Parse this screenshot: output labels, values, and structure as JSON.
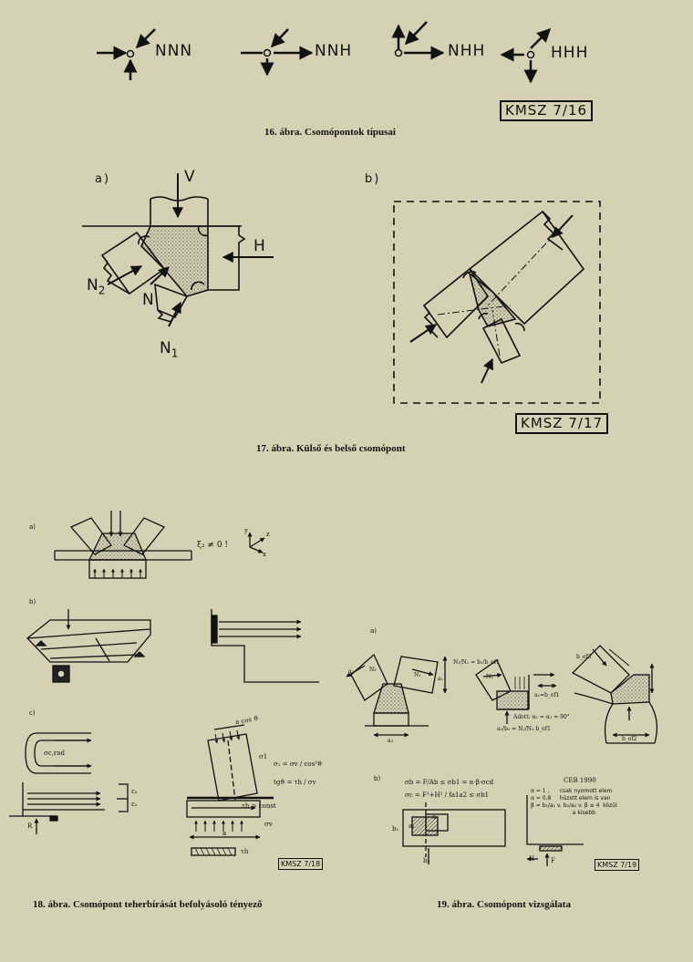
{
  "fig16": {
    "caption": "16. ábra. Csomópontok típusai",
    "types": [
      "NNN",
      "NNH",
      "NHH",
      "HHH"
    ],
    "tag": "KMSZ 7/16"
  },
  "fig17": {
    "caption": "17. ábra. Külső és belső csomópont",
    "tag": "KMSZ 7/17",
    "part_a": "a)",
    "part_b": "b)",
    "labels": {
      "v": "V",
      "h": "H",
      "n": "N",
      "n1": "N",
      "n1_sub": "1",
      "n2": "N",
      "n2_sub": "2"
    }
  },
  "fig18": {
    "caption": "18. ábra. Csomópont teherbírását befolyásoló tényező",
    "tag": "KMSZ 7/18",
    "parts": [
      "a)",
      "b)",
      "c)"
    ],
    "sigma_cond": "ξ₂ ≠ 0 !",
    "axes": {
      "y": "y",
      "z": "z",
      "x": "x"
    },
    "labels": {
      "sigma_rad": "σc,rad",
      "tau": "τh = const",
      "sigma_v": "σv",
      "tau_h": "τh",
      "a": "a",
      "acos": "a cos ϑ",
      "sigma1": "σ1",
      "r": "R",
      "eps1": "ε₁",
      "eps2": "ε₂"
    },
    "formulas": [
      "σ₁ = σv / cos²ϑ",
      "tgϑ = τh / σv"
    ]
  },
  "fig19": {
    "caption": "19. ábra. Csomópont vizsgálata",
    "tag": "KMSZ 7/19",
    "parts": [
      "a)",
      "b)"
    ],
    "formulas": [
      "σb = F/Ab ≤ σb1 = α·β·σcd",
      "σc = F²+H² / fa1a2 ≤ σb1"
    ],
    "labels": {
      "adott": "Adott: α₁ = α₁ = 90°",
      "ratio1": "N₁/N₁ = b₁/b_ef1",
      "ratio2": "a₂/b₂ = N₂/N₁ b_ef1",
      "n1": "N₁",
      "n2": "N₂",
      "a1": "a₁",
      "a2": "a₂",
      "a3": "a₃",
      "b1": "b₁",
      "b2": "b₂",
      "bef1": "a₁=b_ef1",
      "bef2": "b_ef2",
      "bef3": "b_ef3",
      "h": "H",
      "f": "F"
    },
    "ceb_title": "CEB 1990",
    "ceb_lines": [
      "α = 1 ,      csak nyomott elem",
      "α = 0,8     húzott elem is van",
      "β = b₁/a₁ v. b₂/a₂ v. β ≤ 4  közül",
      "                        a kisebb"
    ]
  }
}
